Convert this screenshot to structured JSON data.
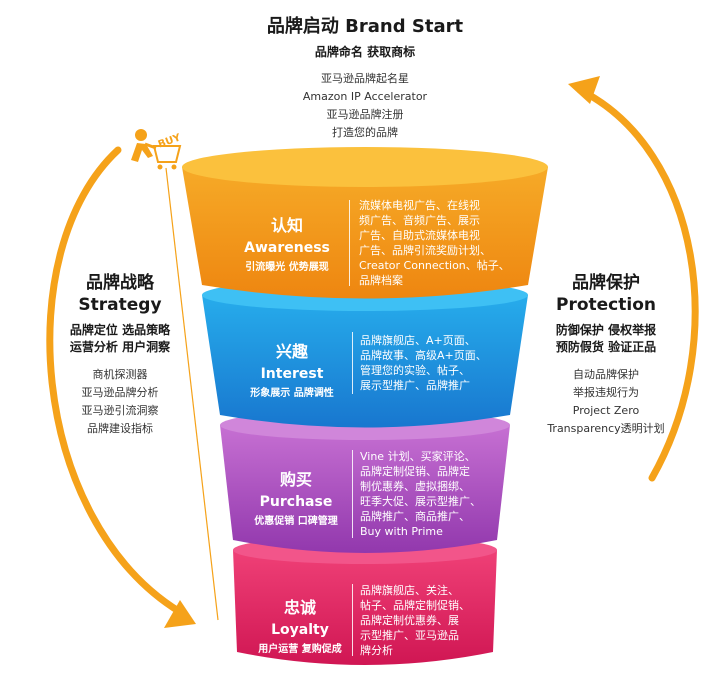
{
  "top": {
    "title": "品牌启动 Brand Start",
    "subtitle": "品牌命名 获取商标",
    "items": [
      "亚马逊品牌起名星",
      "Amazon IP Accelerator",
      "亚马逊品牌注册",
      "打造您的品牌"
    ]
  },
  "left": {
    "title_cn": "品牌战略",
    "title_en": "Strategy",
    "sub_lines": [
      "品牌定位 选品策略",
      "运营分析 用户洞察"
    ],
    "items": [
      "商机探测器",
      "亚马逊品牌分析",
      "亚马逊引流洞察",
      "品牌建设指标"
    ]
  },
  "right": {
    "title_cn": "品牌保护",
    "title_en": "Protection",
    "sub_lines": [
      "防御保护 侵权举报",
      "预防假货 验证正品"
    ],
    "items": [
      "自动品牌保护",
      "举报违规行为",
      "Project Zero",
      "Transparency透明计划"
    ]
  },
  "cart_label": "BUY",
  "levels": [
    {
      "cn": "认知",
      "en": "Awareness",
      "tag": "引流曝光 优势展现",
      "desc": [
        "流媒体电视广告、在线视",
        "频广告、音频广告、展示",
        "广告、自助式流媒体电视",
        "广告、品牌引流奖励计划、",
        "Creator Connection、帖子、",
        "品牌档案"
      ],
      "color_top": "#f5a21a",
      "color_bottom": "#ef8a10"
    },
    {
      "cn": "兴趣",
      "en": "Interest",
      "tag": "形象展示 品牌调性",
      "desc": [
        "品牌旗舰店、A+页面、",
        "品牌故事、高级A+页面、",
        "管理您的实验、帖子、",
        "展示型推广、品牌推广"
      ],
      "color_top": "#1aa3e8",
      "color_bottom": "#1a7fd4"
    },
    {
      "cn": "购买",
      "en": "Purchase",
      "tag": "优惠促销 口碑管理",
      "desc": [
        "Vine 计划、买家评论、",
        "品牌定制促销、品牌定",
        "制优惠券、虚拟捆绑、",
        "旺季大促、展示型推广、",
        "品牌推广、商品推广、",
        "Buy with Prime"
      ],
      "color_top": "#c267cf",
      "color_bottom": "#9e3fb6"
    },
    {
      "cn": "忠诚",
      "en": "Loyalty",
      "tag": "用户运营 复购促成",
      "desc": [
        "品牌旗舰店、关注、",
        "帖子、品牌定制促销、",
        "品牌定制优惠券、展",
        "示型推广、亚马逊品",
        "牌分析"
      ],
      "color_top": "#f0306d",
      "color_bottom": "#d81b5a"
    }
  ],
  "accent_color": "#f5a21a"
}
